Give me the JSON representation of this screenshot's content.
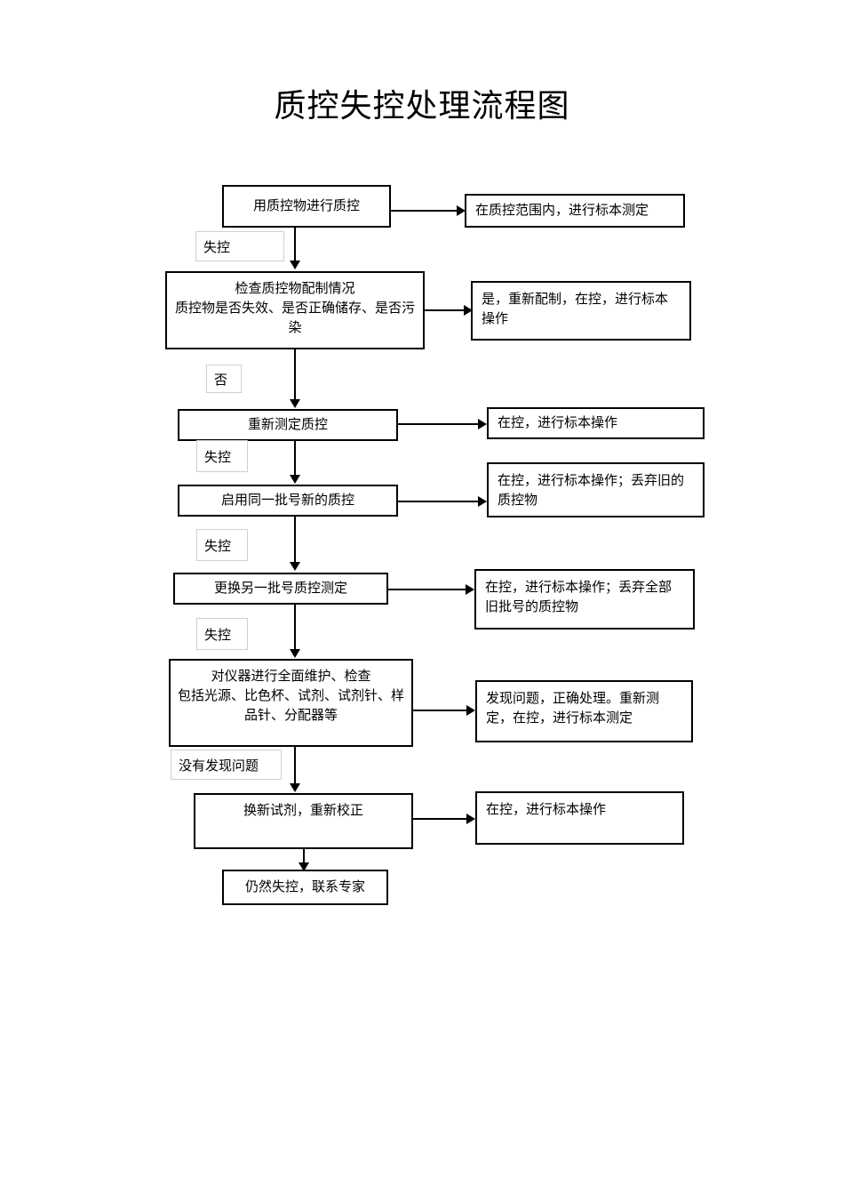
{
  "document": {
    "title": "质控失控处理流程图"
  },
  "flow": {
    "main_steps": [
      {
        "id": "step1",
        "text": "用质控物进行质控"
      },
      {
        "id": "step2",
        "text": "检查质控物配制情况\n质控物是否失效、是否正确储存、是否污染"
      },
      {
        "id": "step3",
        "text": "重新测定质控"
      },
      {
        "id": "step4",
        "text": "启用同一批号新的质控"
      },
      {
        "id": "step5",
        "text": "更换另一批号质控测定"
      },
      {
        "id": "step6",
        "text": "对仪器进行全面维护、检查\n包括光源、比色杯、试剂、试剂针、样品针、分配器等"
      },
      {
        "id": "step7",
        "text": "换新试剂，重新校正"
      },
      {
        "id": "step8",
        "text": "仍然失控，联系专家"
      }
    ],
    "outcomes": [
      {
        "id": "out1",
        "text": "在质控范围内，进行标本测定"
      },
      {
        "id": "out2",
        "text": "是，重新配制，在控，进行标本操作"
      },
      {
        "id": "out3",
        "text": "在控，进行标本操作"
      },
      {
        "id": "out4",
        "text": "在控，进行标本操作；丢弃旧的质控物"
      },
      {
        "id": "out5",
        "text": "在控，进行标本操作；丢弃全部旧批号的质控物"
      },
      {
        "id": "out6",
        "text": "发现问题，正确处理。重新测定，在控，进行标本测定"
      },
      {
        "id": "out7",
        "text": "在控，进行标本操作"
      }
    ],
    "edge_labels": [
      {
        "id": "lbl1",
        "text": "失控"
      },
      {
        "id": "lbl2",
        "text": "否"
      },
      {
        "id": "lbl3",
        "text": "失控"
      },
      {
        "id": "lbl4",
        "text": "失控"
      },
      {
        "id": "lbl5",
        "text": "失控"
      },
      {
        "id": "lbl6",
        "text": "没有发现问题"
      }
    ]
  },
  "colors": {
    "box_border": "#000000",
    "label_border": "#cfcfcf",
    "text": "#000000",
    "background": "#ffffff"
  }
}
